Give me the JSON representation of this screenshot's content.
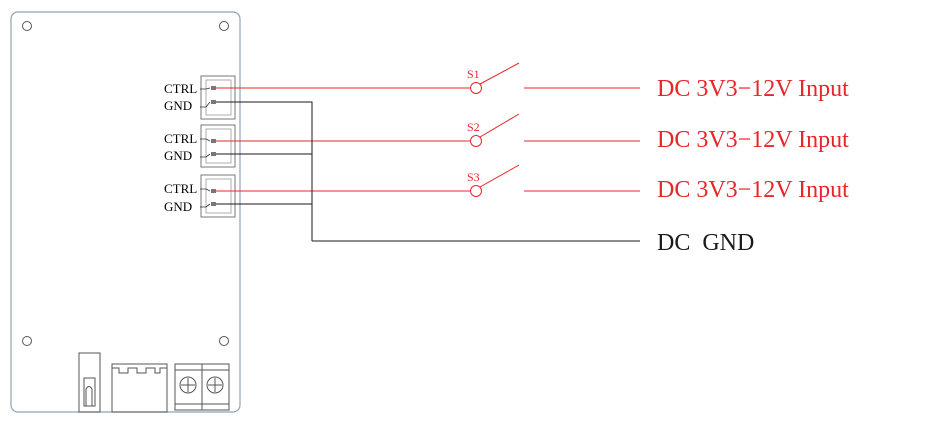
{
  "colors": {
    "signal": "#e8262a",
    "ground": "#1a1a1a",
    "board_outline": "#8fa3b8",
    "component": "#555555"
  },
  "connectors": [
    {
      "ctrl_label": "CTRL",
      "gnd_label": "GND"
    },
    {
      "ctrl_label": "CTRL",
      "gnd_label": "GND"
    },
    {
      "ctrl_label": "CTRL",
      "gnd_label": "GND"
    }
  ],
  "switches": [
    {
      "label": "S1"
    },
    {
      "label": "S2"
    },
    {
      "label": "S3"
    }
  ],
  "inputs": [
    {
      "label": "DC 3V3−12V Input"
    },
    {
      "label": "DC 3V3−12V Input"
    },
    {
      "label": "DC 3V3−12V Input"
    }
  ],
  "ground_output": {
    "label": "DC  GND"
  },
  "icons": {
    "mounting_hole": "mounting-hole-icon",
    "terminal_screw": "terminal-screw-icon"
  }
}
